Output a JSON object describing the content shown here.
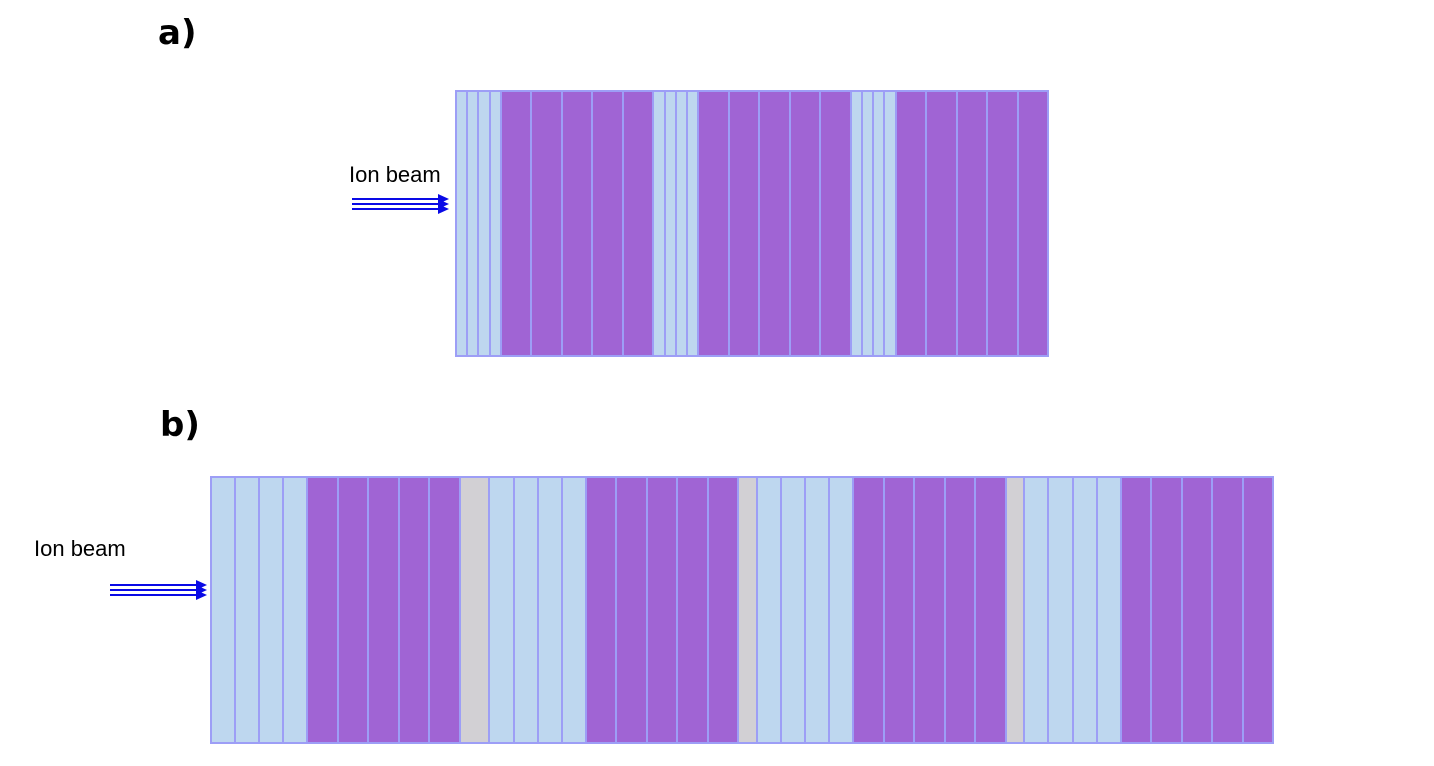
{
  "colors": {
    "light_blue": "#bed7ef",
    "purple": "#a064d4",
    "gray": "#d2d0d4",
    "outline": "#9d9ef6",
    "arrow": "#0a0ae6"
  },
  "panels": [
    {
      "label": "a)",
      "beam_label": "Ion beam",
      "layers": [
        "light_blue",
        "light_blue",
        "light_blue",
        "light_blue",
        "purple",
        "purple",
        "purple",
        "purple",
        "purple",
        "light_blue",
        "light_blue",
        "light_blue",
        "light_blue",
        "purple",
        "purple",
        "purple",
        "purple",
        "purple",
        "light_blue",
        "light_blue",
        "light_blue",
        "light_blue",
        "purple",
        "purple",
        "purple",
        "purple",
        "purple"
      ]
    },
    {
      "label": "b)",
      "beam_label": "Ion beam",
      "layers": [
        "light_blue",
        "light_blue",
        "light_blue",
        "light_blue",
        "purple",
        "purple",
        "purple",
        "purple",
        "purple",
        "gray",
        "light_blue",
        "light_blue",
        "light_blue",
        "light_blue",
        "purple",
        "purple",
        "purple",
        "purple",
        "purple",
        "gray",
        "light_blue",
        "light_blue",
        "light_blue",
        "light_blue",
        "purple",
        "purple",
        "purple",
        "purple",
        "purple",
        "gray",
        "light_blue",
        "light_blue",
        "light_blue",
        "light_blue",
        "purple",
        "purple",
        "purple",
        "purple",
        "purple"
      ]
    }
  ]
}
